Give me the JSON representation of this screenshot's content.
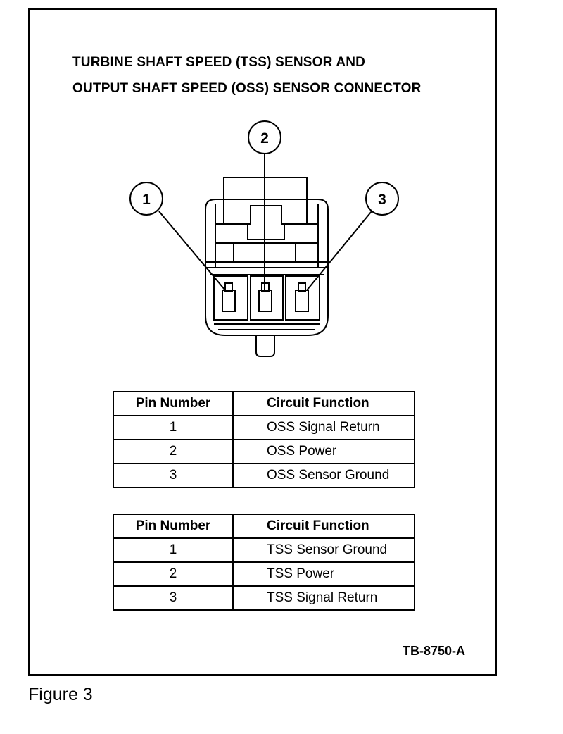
{
  "title_line1": "TURBINE SHAFT SPEED (TSS) SENSOR AND",
  "title_line2": "OUTPUT SHAFT SPEED (OSS) SENSOR CONNECTOR",
  "callouts": [
    "1",
    "2",
    "3"
  ],
  "oss_table": {
    "headers": [
      "Pin Number",
      "Circuit Function"
    ],
    "rows": [
      [
        "1",
        "OSS Signal Return"
      ],
      [
        "2",
        "OSS Power"
      ],
      [
        "3",
        "OSS Sensor Ground"
      ]
    ]
  },
  "tss_table": {
    "headers": [
      "Pin Number",
      "Circuit Function"
    ],
    "rows": [
      [
        "1",
        "TSS Sensor Ground"
      ],
      [
        "2",
        "TSS Power"
      ],
      [
        "3",
        "TSS Signal Return"
      ]
    ]
  },
  "figure_code": "TB-8750-A",
  "figure_caption": "Figure 3"
}
